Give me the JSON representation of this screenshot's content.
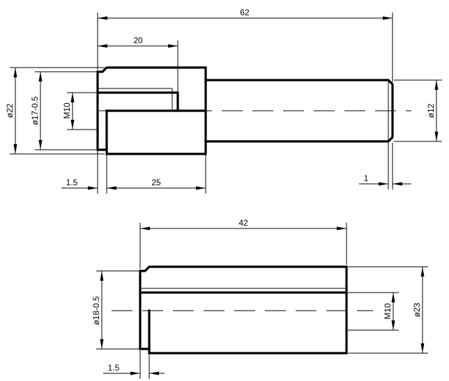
{
  "colors": {
    "line": "#000000",
    "background": "#ffffff"
  },
  "part_upper": {
    "dims": {
      "total_length": "62",
      "head_length": "20",
      "dia_outer": "ø22",
      "dia_bore": "ø17-0.5",
      "thread": "M10",
      "dia_shaft": "ø12",
      "chamfer_left": "1.5",
      "body_length": "25",
      "chamfer_right": "1"
    }
  },
  "part_lower": {
    "dims": {
      "total_length": "42",
      "dia_bore": "ø18-0.5",
      "thread": "M10",
      "dia_outer": "ø23",
      "chamfer_left": "1.5"
    }
  }
}
